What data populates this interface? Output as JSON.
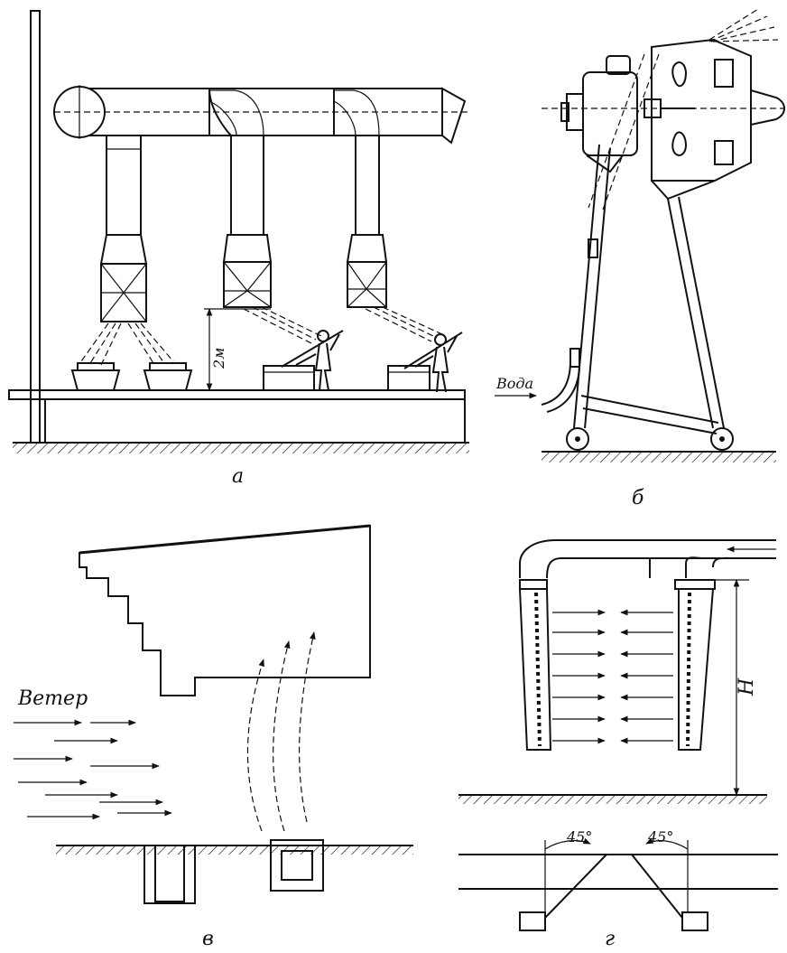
{
  "panels": {
    "a": {
      "label": "а",
      "height_label": "2м"
    },
    "b": {
      "label": "б",
      "water_label": "Вода"
    },
    "v": {
      "label": "в",
      "wind_label": "Ветер"
    },
    "g": {
      "label": "г",
      "height_label": "H",
      "angle_left": "45°",
      "angle_right": "45°"
    }
  }
}
